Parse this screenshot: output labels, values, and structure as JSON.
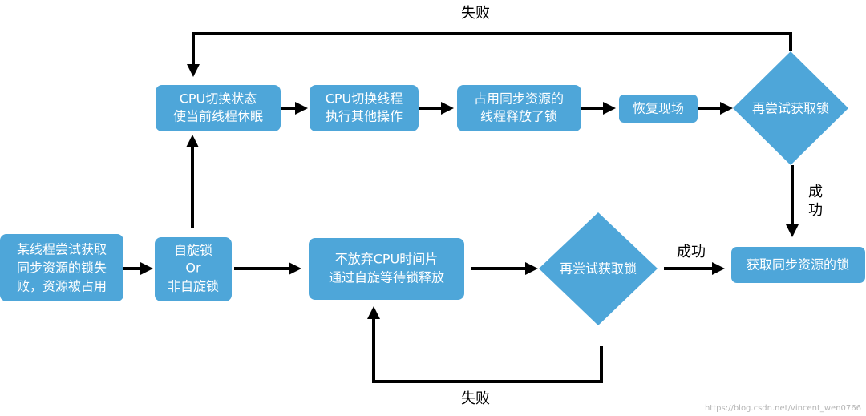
{
  "colors": {
    "box": "#4ea6d9",
    "text": "#ffffff",
    "arrow": "#000000"
  },
  "nodes": {
    "start": [
      "某线程尝试获取",
      "同步资源的锁失",
      "败，资源被占用"
    ],
    "lock_type": [
      "自旋锁",
      "Or",
      "非自旋锁"
    ],
    "cpu_sleep": [
      "CPU切换状态",
      "使当前线程休眠"
    ],
    "cpu_switch": [
      "CPU切换线程",
      "执行其他操作"
    ],
    "release": [
      "占用同步资源的",
      "线程释放了锁"
    ],
    "restore": [
      "恢复现场"
    ],
    "retry_top": [
      "再尝试获取锁"
    ],
    "spin_wait": [
      "不放弃CPU时间片",
      "通过自旋等待锁释放"
    ],
    "retry_bottom": [
      "再尝试获取锁"
    ],
    "acquired": [
      "获取同步资源的锁"
    ]
  },
  "labels": {
    "fail_top": "失败",
    "success_top": [
      "成",
      "功"
    ],
    "success_bottom": "成功",
    "fail_bottom": "失败"
  },
  "watermark": "https://blog.csdn.net/vincent_wen0766"
}
